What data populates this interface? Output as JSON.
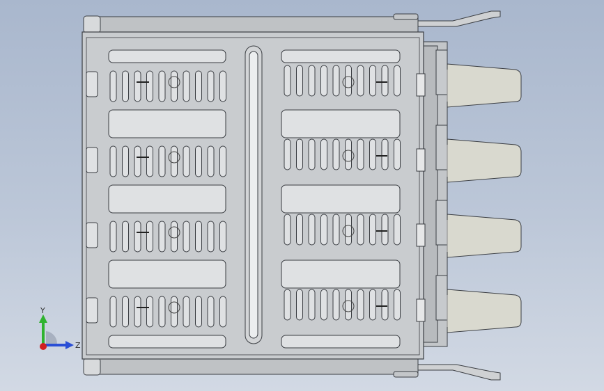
{
  "view": {
    "background_top": "#a9b7cd",
    "background_bottom": "#d2d9e4",
    "model_fill": "#c9cccf",
    "model_stroke": "#3a3d42",
    "connector_fill": "#d9d9cf",
    "slot_fill": "#dfe1e3"
  },
  "triad": {
    "y_label": "Y",
    "z_label": "Z",
    "y_color": "#2fb32f",
    "z_color": "#2a4fd6",
    "x_color": "#d02020"
  },
  "model": {
    "port_rows": 4
  }
}
